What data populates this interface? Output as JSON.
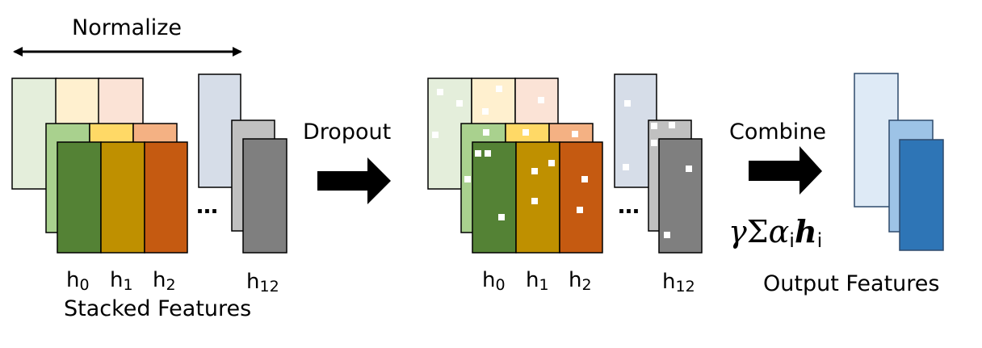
{
  "labels": {
    "normalize": "Normalize",
    "dropout": "Dropout",
    "combine": "Combine",
    "stacked_features": "Stacked Features",
    "output_features": "Output Features",
    "ellipsis": "…"
  },
  "layers": [
    {
      "h": "h",
      "sub": "0"
    },
    {
      "h": "h",
      "sub": "1"
    },
    {
      "h": "h",
      "sub": "2"
    },
    {
      "h": "h",
      "sub": "12"
    }
  ],
  "formula": {
    "gamma": "γ",
    "sigma": "Σ",
    "alpha": "α",
    "alpha_sub": "i",
    "h": "h",
    "h_sub": "i"
  },
  "colors": {
    "back_row": [
      "#e4eedb",
      "#fff0cf",
      "#fbe3d6",
      "#d6dde8"
    ],
    "mid_row": [
      "#a9d18e",
      "#ffd966",
      "#f4b183",
      "#c0c0c0"
    ],
    "front_row": [
      "#548235",
      "#bf9000",
      "#c55a11",
      "#7f7f7f"
    ],
    "output": [
      "#deeaf6",
      "#9dc3e6",
      "#2e75b6"
    ],
    "arrow": "#000000"
  }
}
